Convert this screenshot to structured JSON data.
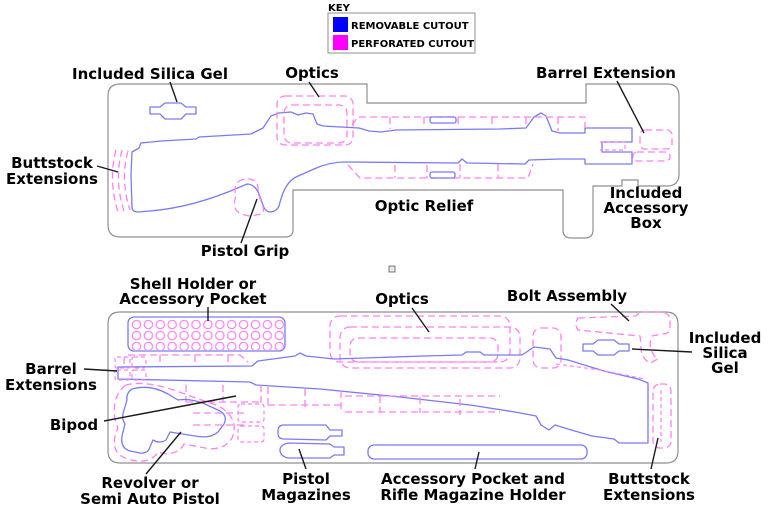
{
  "key": {
    "title": "KEY",
    "items": [
      {
        "label": "REMOVABLE CUTOUT",
        "color": "#0000ff"
      },
      {
        "label": "PERFORATED CUTOUT",
        "color": "#ff00ff"
      }
    ]
  },
  "colors": {
    "removable_swatch": "#0000ff",
    "perforated_swatch": "#ff00ff",
    "removable_outline": "#7a7af5",
    "perforated_outline": "#ff82f2",
    "panel_border": "#8f8f8f",
    "label_text": "#000000"
  },
  "top_panel": {
    "labels": {
      "included_silica_gel": "Included Silica Gel",
      "optics": "Optics",
      "barrel_extension": "Barrel Extension",
      "buttstock_extensions_1": "Buttstock",
      "buttstock_extensions_2": "Extensions",
      "pistol_grip": "Pistol Grip",
      "optic_relief": "Optic Relief",
      "included_accessory_box_1": "Included",
      "included_accessory_box_2": "Accessory",
      "included_accessory_box_3": "Box"
    }
  },
  "bottom_panel": {
    "labels": {
      "shell_holder_1": "Shell Holder or",
      "shell_holder_2": "Accessory Pocket",
      "optics": "Optics",
      "bolt_assembly": "Bolt Assembly",
      "included_silica_gel_1": "Included",
      "included_silica_gel_2": "Silica",
      "included_silica_gel_3": "Gel",
      "barrel_extensions_1": "Barrel",
      "barrel_extensions_2": "Extensions",
      "bipod": "Bipod",
      "revolver_1": "Revolver or",
      "revolver_2": "Semi Auto Pistol",
      "pistol_magazines_1": "Pistol",
      "pistol_magazines_2": "Magazines",
      "accessory_pocket_1": "Accessory Pocket and",
      "accessory_pocket_2": "Rifle Magazine Holder",
      "buttstock_extensions_1": "Buttstock",
      "buttstock_extensions_2": "Extensions"
    }
  }
}
